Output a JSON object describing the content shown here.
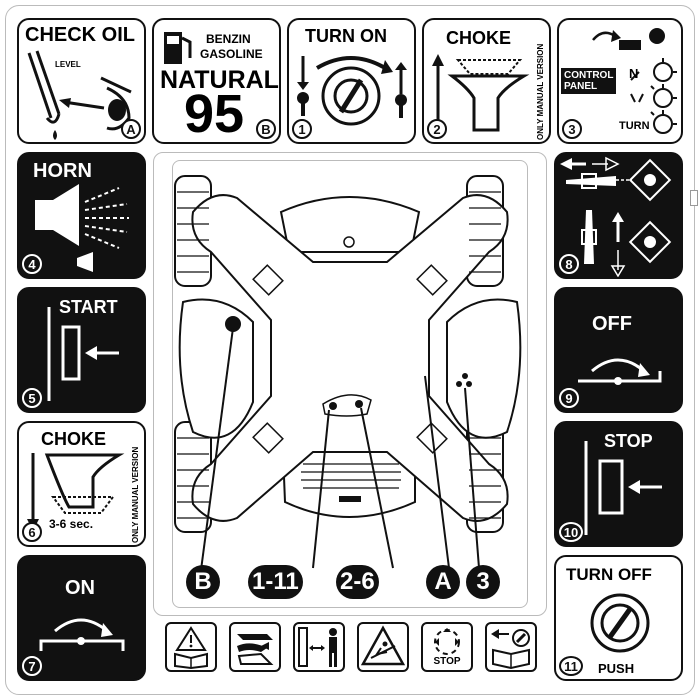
{
  "panels": {
    "check_oil": {
      "title": "CHECK OIL",
      "level": "LEVEL",
      "badge": "A"
    },
    "fuel": {
      "line1": "BENZIN",
      "line2": "GASOLINE",
      "line3": "NATURAL",
      "number": "95",
      "badge": "B"
    },
    "turn_on": {
      "title": "TURN ON",
      "badge": "1"
    },
    "choke_top": {
      "title": "CHOKE",
      "side": "ONLY MANUAL VERSION",
      "badge": "2"
    },
    "control_panel": {
      "label1": "CONTROL",
      "label2": "PANEL",
      "n": "N",
      "turn": "TURN",
      "badge": "3"
    },
    "horn": {
      "title": "HORN",
      "badge": "4"
    },
    "start": {
      "title": "START",
      "badge": "5"
    },
    "choke_left": {
      "title": "CHOKE",
      "time": "3-6 sec.",
      "side": "ONLY MANUAL VERSION",
      "badge": "6"
    },
    "on": {
      "title": "ON",
      "badge": "7"
    },
    "drive": {
      "badge": "8"
    },
    "off": {
      "title": "OFF",
      "badge": "9"
    },
    "stop": {
      "title": "STOP",
      "badge": "10"
    },
    "turn_off": {
      "title": "TURN OFF",
      "push": "PUSH",
      "badge": "11"
    }
  },
  "callouts": [
    "B",
    "1-11",
    "2-6",
    "A",
    "3"
  ],
  "bottom_icons": [
    {
      "name": "manual-warning-icon"
    },
    {
      "name": "hand-pinch-icon"
    },
    {
      "name": "keep-distance-icon"
    },
    {
      "name": "slope-warning-icon"
    },
    {
      "name": "stop-blades-icon",
      "label": "STOP"
    },
    {
      "name": "remove-key-icon"
    }
  ]
}
